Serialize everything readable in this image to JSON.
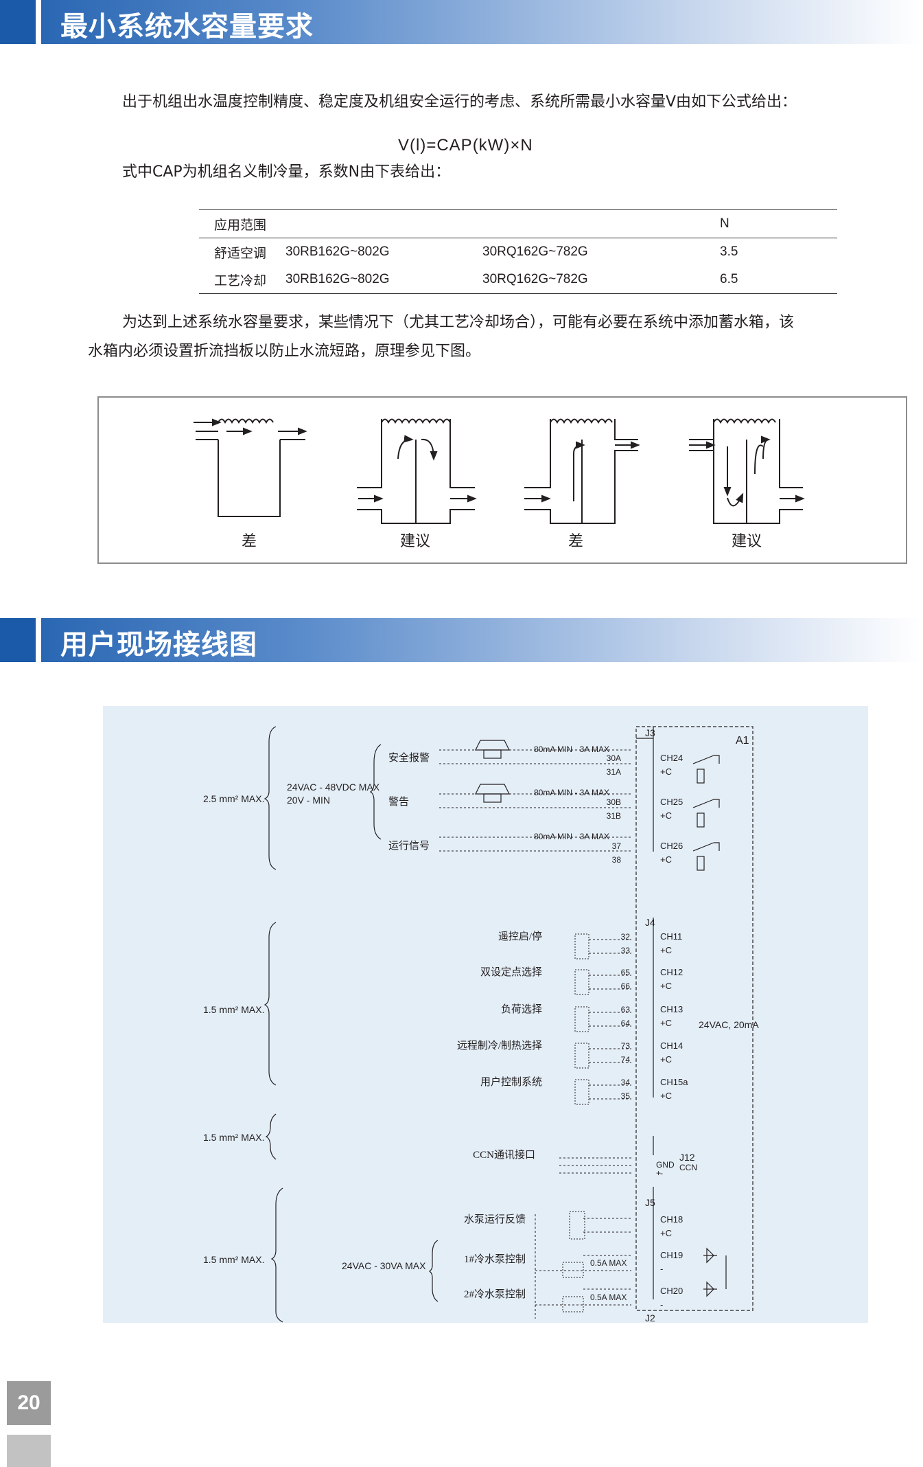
{
  "section1": {
    "title": "最小系统水容量要求"
  },
  "para1": "出于机组出水温度控制精度、稳定度及机组安全运行的考虑、系统所需最小水容量V由如下公式给出：",
  "formula": "V(l)=CAP(kW)×N",
  "para2": "式中CAP为机组名义制冷量，系数N由下表给出：",
  "table": {
    "headers": [
      "应用范围",
      "",
      "",
      "N"
    ],
    "rows": [
      [
        "舒适空调",
        "30RB162G~802G",
        "30RQ162G~782G",
        "3.5"
      ],
      [
        "工艺冷却",
        "30RB162G~802G",
        "30RQ162G~782G",
        "6.5"
      ]
    ]
  },
  "para3_line1": "为达到上述系统水容量要求，某些情况下（尤其工艺冷却场合），可能有必要在系统中添加蓄水箱，该",
  "para3_line2": "水箱内必须设置折流挡板以防止水流短路，原理参见下图。",
  "tank_labels": [
    "差",
    "建议",
    "差",
    "建议"
  ],
  "section2": {
    "title": "用户现场接线图"
  },
  "wiring": {
    "groups": [
      {
        "wire": "2.5 mm² MAX.",
        "supply": "24VAC - 48VDC MAX",
        "supply2": "20V - MIN"
      },
      {
        "wire": "1.5 mm² MAX."
      },
      {
        "wire": "1.5 mm² MAX."
      },
      {
        "wire": "1.5 mm² MAX.",
        "supply": "24VAC - 30VA MAX"
      }
    ],
    "module": "A1",
    "connectors": [
      "J3",
      "J4",
      "J12",
      "J5",
      "J2"
    ],
    "rating_rel": "80mA MIN - 3A MAX",
    "rating_pump": "0.5A MAX",
    "input_rating": "24VAC, 20mA",
    "alarm_items": [
      {
        "label": "安全报警",
        "t1": "30A",
        "t2": "31A",
        "ch": "CH24",
        "c": "+C"
      },
      {
        "label": "警告",
        "t1": "30B",
        "t2": "31B",
        "ch": "CH25",
        "c": "+C"
      },
      {
        "label": "运行信号",
        "t1": "37",
        "t2": "38",
        "ch": "CH26",
        "c": "+C"
      }
    ],
    "input_items": [
      {
        "label": "遥控启/停",
        "t1": "32",
        "t2": "33",
        "ch": "CH11",
        "c": "+C"
      },
      {
        "label": "双设定点选择",
        "t1": "65",
        "t2": "66",
        "ch": "CH12",
        "c": "+C"
      },
      {
        "label": "负荷选择",
        "t1": "63",
        "t2": "64",
        "ch": "CH13",
        "c": "+C"
      },
      {
        "label": "远程制冷/制热选择",
        "t1": "73",
        "t2": "74",
        "ch": "CH14",
        "c": "+C"
      },
      {
        "label": "用户控制系统",
        "t1": "34",
        "t2": "35",
        "ch": "CH15a",
        "c": "+C"
      }
    ],
    "ccn": {
      "label": "CCN通讯接口",
      "gnd": "GND",
      "plus": "+",
      "minus": "-",
      "ccn": "CCN"
    },
    "pump_items": [
      {
        "label": "水泵运行反馈",
        "ch": "CH18",
        "c": "+C"
      },
      {
        "label": "1#冷水泵控制",
        "ch": "CH19",
        "c": "-"
      },
      {
        "label": "2#冷水泵控制",
        "ch": "CH20",
        "c": "-"
      }
    ]
  },
  "page_number": "20"
}
